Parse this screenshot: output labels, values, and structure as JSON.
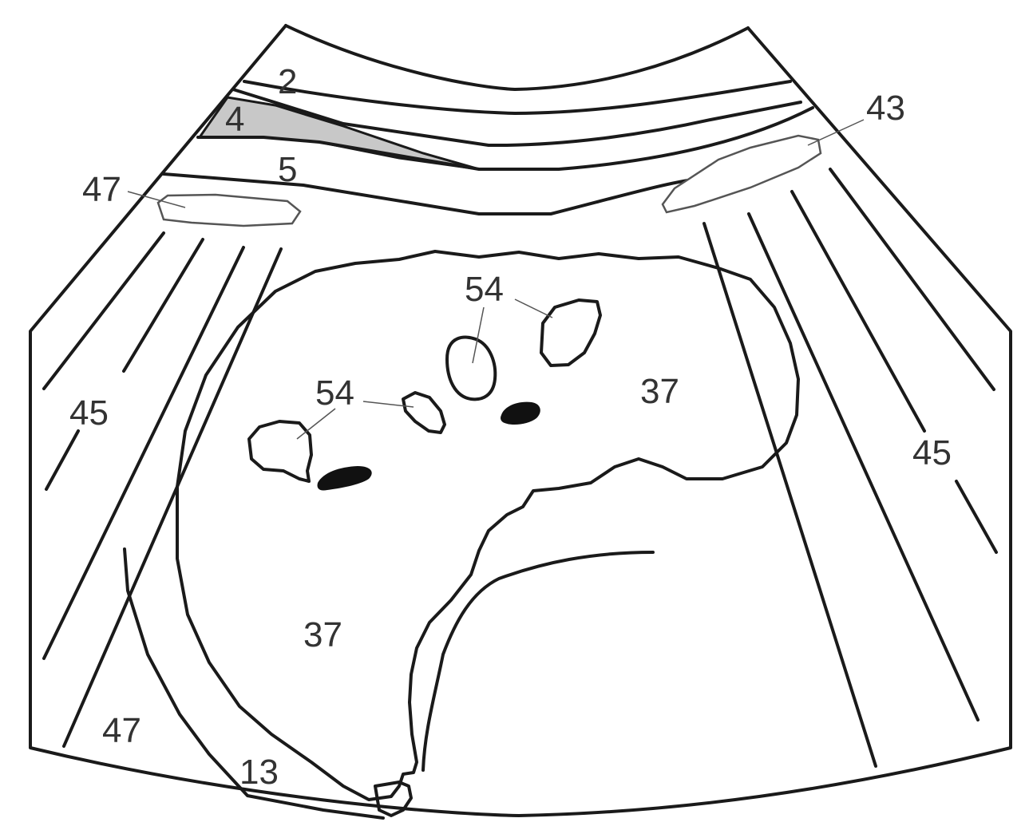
{
  "labels": {
    "l2": "2",
    "l4": "4",
    "l5": "5",
    "l43": "43",
    "l47_top": "47",
    "l45_left": "45",
    "l45_right": "45",
    "l54_top": "54",
    "l54_mid": "54",
    "l37_right": "37",
    "l37_bottom": "37",
    "l47_bottom": "47",
    "l13": "13"
  },
  "colors": {
    "organ_fill": "#b6b6b6",
    "vessel_fill": "#ebebef",
    "duct_fill": "#111111",
    "layer4_fill": "#c8c8c8",
    "outline": "#1a1a1a",
    "background": "#ffffff"
  }
}
